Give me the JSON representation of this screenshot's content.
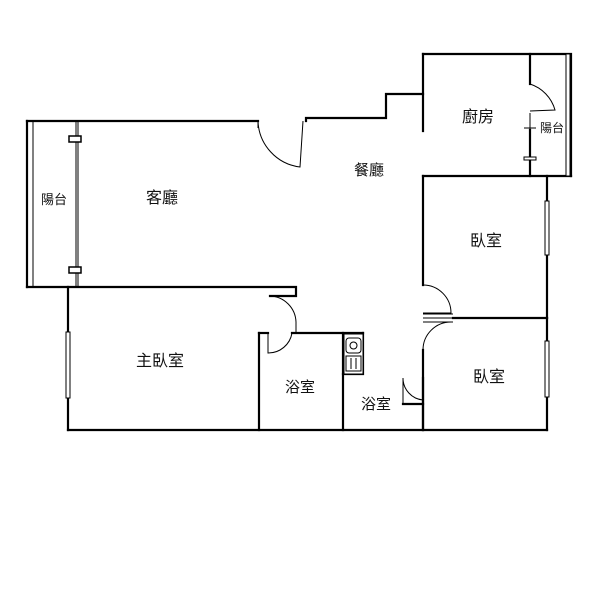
{
  "rooms": {
    "balcony_left": "陽台",
    "living_room": "客廳",
    "dining_room": "餐廳",
    "kitchen": "廚房",
    "balcony_kitchen": "陽台",
    "bedroom_upper": "臥室",
    "master_bedroom": "主臥室",
    "bathroom_master": "浴室",
    "bathroom_hall": "浴室",
    "bedroom_lower": "臥室"
  }
}
